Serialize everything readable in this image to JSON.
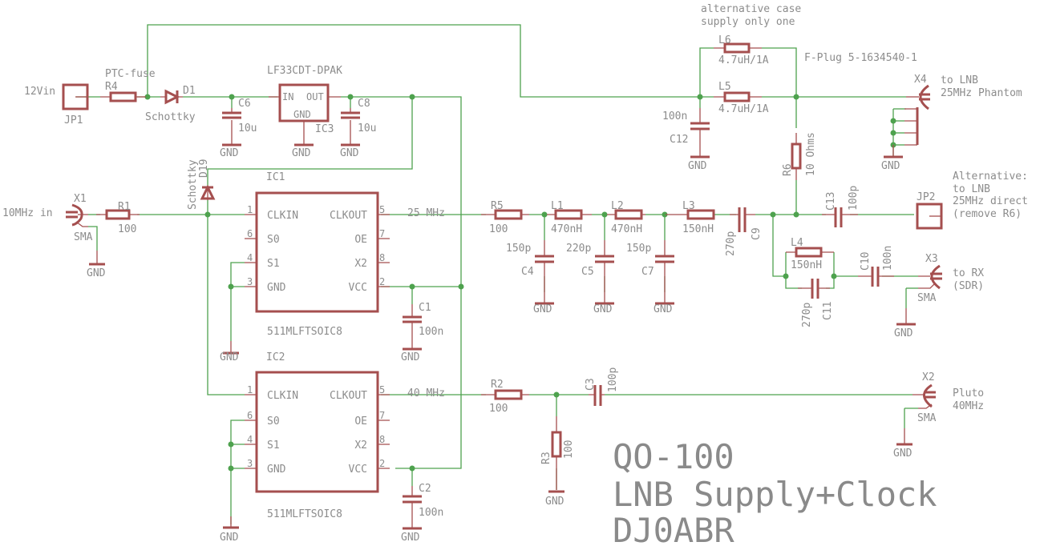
{
  "title": {
    "line1": "QO-100",
    "line2": "LNB Supply+Clock",
    "line3": "DJ0ABR"
  },
  "notes": {
    "alt_case_1": "alternative case",
    "alt_case_2": "supply only one",
    "fplug": "F-Plug 5-1634540-1",
    "alt_1": "Alternative:",
    "alt_2": "to LNB",
    "alt_3": "25MHz direct",
    "alt_4": "(remove R6)"
  },
  "power": {
    "jp1_label": "12Vin",
    "jp1_name": "JP1",
    "r4_name": "R4",
    "r4_value": "PTC-fuse",
    "d1_name": "D1",
    "d1_value": "Schottky",
    "c6_name": "C6",
    "c6_value": "10u",
    "ic3_name": "IC3",
    "ic3_value": "LF33CDT-DPAK",
    "ic3_in": "IN",
    "ic3_out": "OUT",
    "ic3_gnd": "GND",
    "c8_name": "C8",
    "c8_value": "10u",
    "gnd": "GND"
  },
  "input": {
    "x1_label": "10MHz in",
    "x1_name": "X1",
    "x1_type": "SMA",
    "r1_name": "R1",
    "r1_value": "100",
    "d19_name": "D19",
    "d19_value": "Schottky"
  },
  "ic1": {
    "name": "IC1",
    "value": "511MLFTSOIC8",
    "pins_left": [
      {
        "num": "1",
        "name": "CLKIN"
      },
      {
        "num": "6",
        "name": "S0"
      },
      {
        "num": "4",
        "name": "S1"
      },
      {
        "num": "3",
        "name": "GND"
      }
    ],
    "pins_right": [
      {
        "num": "5",
        "name": "CLKOUT"
      },
      {
        "num": "7",
        "name": "OE"
      },
      {
        "num": "8",
        "name": "X2"
      },
      {
        "num": "2",
        "name": "VCC"
      }
    ],
    "net_out": "25 MHz",
    "c1_name": "C1",
    "c1_value": "100n"
  },
  "ic2": {
    "name": "IC2",
    "value": "511MLFTSOIC8",
    "pins_left": [
      {
        "num": "1",
        "name": "CLKIN"
      },
      {
        "num": "6",
        "name": "S0"
      },
      {
        "num": "4",
        "name": "S1"
      },
      {
        "num": "3",
        "name": "GND"
      }
    ],
    "pins_right": [
      {
        "num": "5",
        "name": "CLKOUT"
      },
      {
        "num": "7",
        "name": "OE"
      },
      {
        "num": "8",
        "name": "X2"
      },
      {
        "num": "2",
        "name": "VCC"
      }
    ],
    "net_out": "40 MHz",
    "c2_name": "C2",
    "c2_value": "100n"
  },
  "filter": {
    "r5_name": "R5",
    "r5_value": "100",
    "l1_name": "L1",
    "l1_value": "470nH",
    "l2_name": "L2",
    "l2_value": "470nH",
    "l3_name": "L3",
    "l3_value": "150nH",
    "c4_name": "C4",
    "c4_value": "150p",
    "c5_name": "C5",
    "c5_value": "220p",
    "c7_name": "C7",
    "c7_value": "150p",
    "c9_name": "C9",
    "c9_value": "270p",
    "l4_name": "L4",
    "l4_value": "150nH",
    "c11_name": "C11",
    "c11_value": "270p",
    "c10_name": "C10",
    "c10_value": "100n",
    "c13_name": "C13",
    "c13_value": "100p",
    "jp2_name": "JP2",
    "x3_name": "X3",
    "x3_type": "SMA",
    "x3_label_1": "to RX",
    "x3_label_2": "(SDR)"
  },
  "lnb": {
    "l6_name": "L6",
    "l6_value": "4.7uH/1A",
    "l5_name": "L5",
    "l5_value": "4.7uH/1A",
    "c12_name": "C12",
    "c12_value": "100n",
    "r6_name": "R6",
    "r6_value": "10 Ohms",
    "x4_name": "X4",
    "x4_label_1": "to LNB",
    "x4_label_2": "25MHz Phantom"
  },
  "pluto": {
    "r2_name": "R2",
    "r2_value": "100",
    "r3_name": "R3",
    "r3_value": "100",
    "c3_name": "C3",
    "c3_value": "100p",
    "x2_name": "X2",
    "x2_type": "SMA",
    "x2_label_1": "Pluto",
    "x2_label_2": "40MHz"
  }
}
